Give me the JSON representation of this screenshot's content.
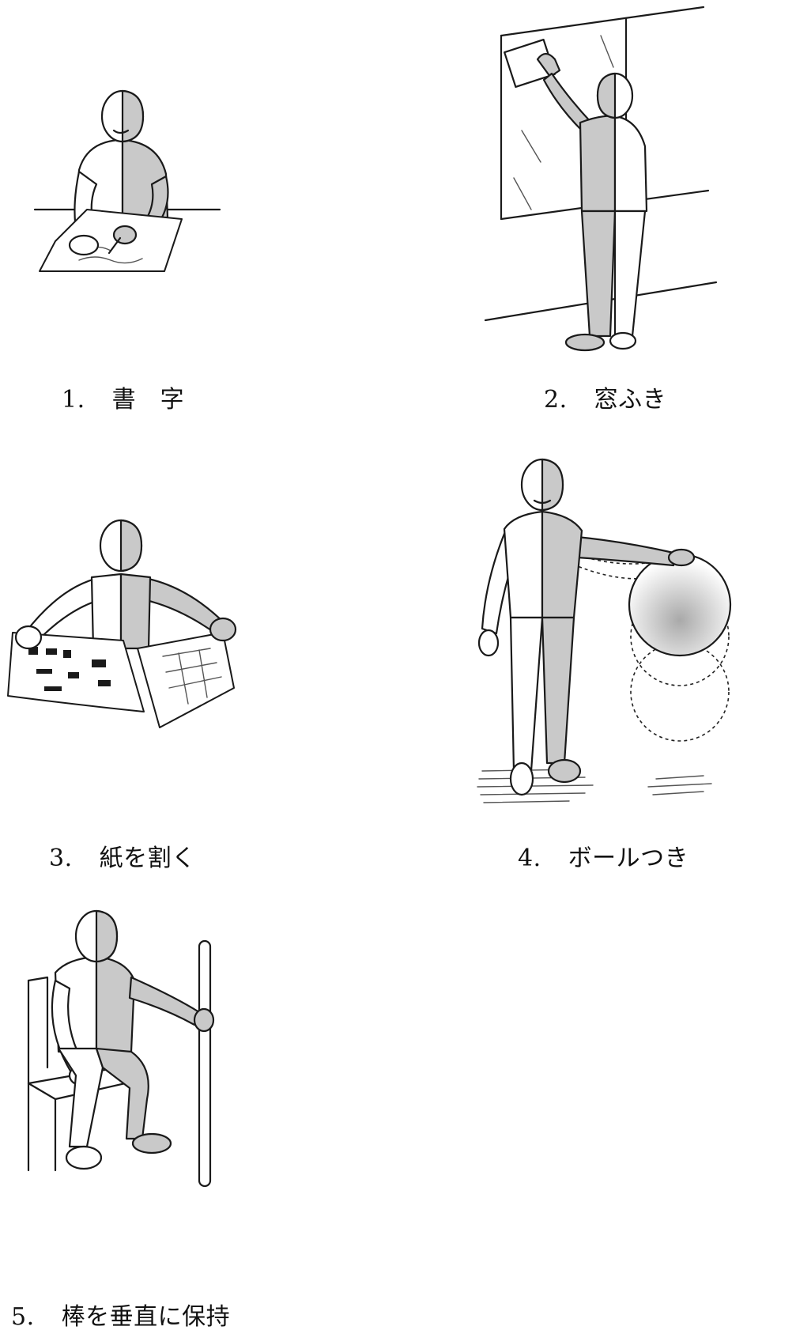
{
  "colors": {
    "affected_side": "#c9c9c9",
    "line": "#1a1a1a",
    "background": "#ffffff"
  },
  "figures": [
    {
      "number": "1.",
      "label": "書　字",
      "icon": "writing-figure"
    },
    {
      "number": "2.",
      "label": "窓ふき",
      "icon": "window-wiping-figure"
    },
    {
      "number": "3.",
      "label": "紙を割く",
      "icon": "paper-tearing-figure"
    },
    {
      "number": "4.",
      "label": "ボールつき",
      "icon": "ball-bouncing-figure"
    },
    {
      "number": "5.",
      "label": "棒を垂直に保持",
      "icon": "holding-pole-figure"
    }
  ]
}
